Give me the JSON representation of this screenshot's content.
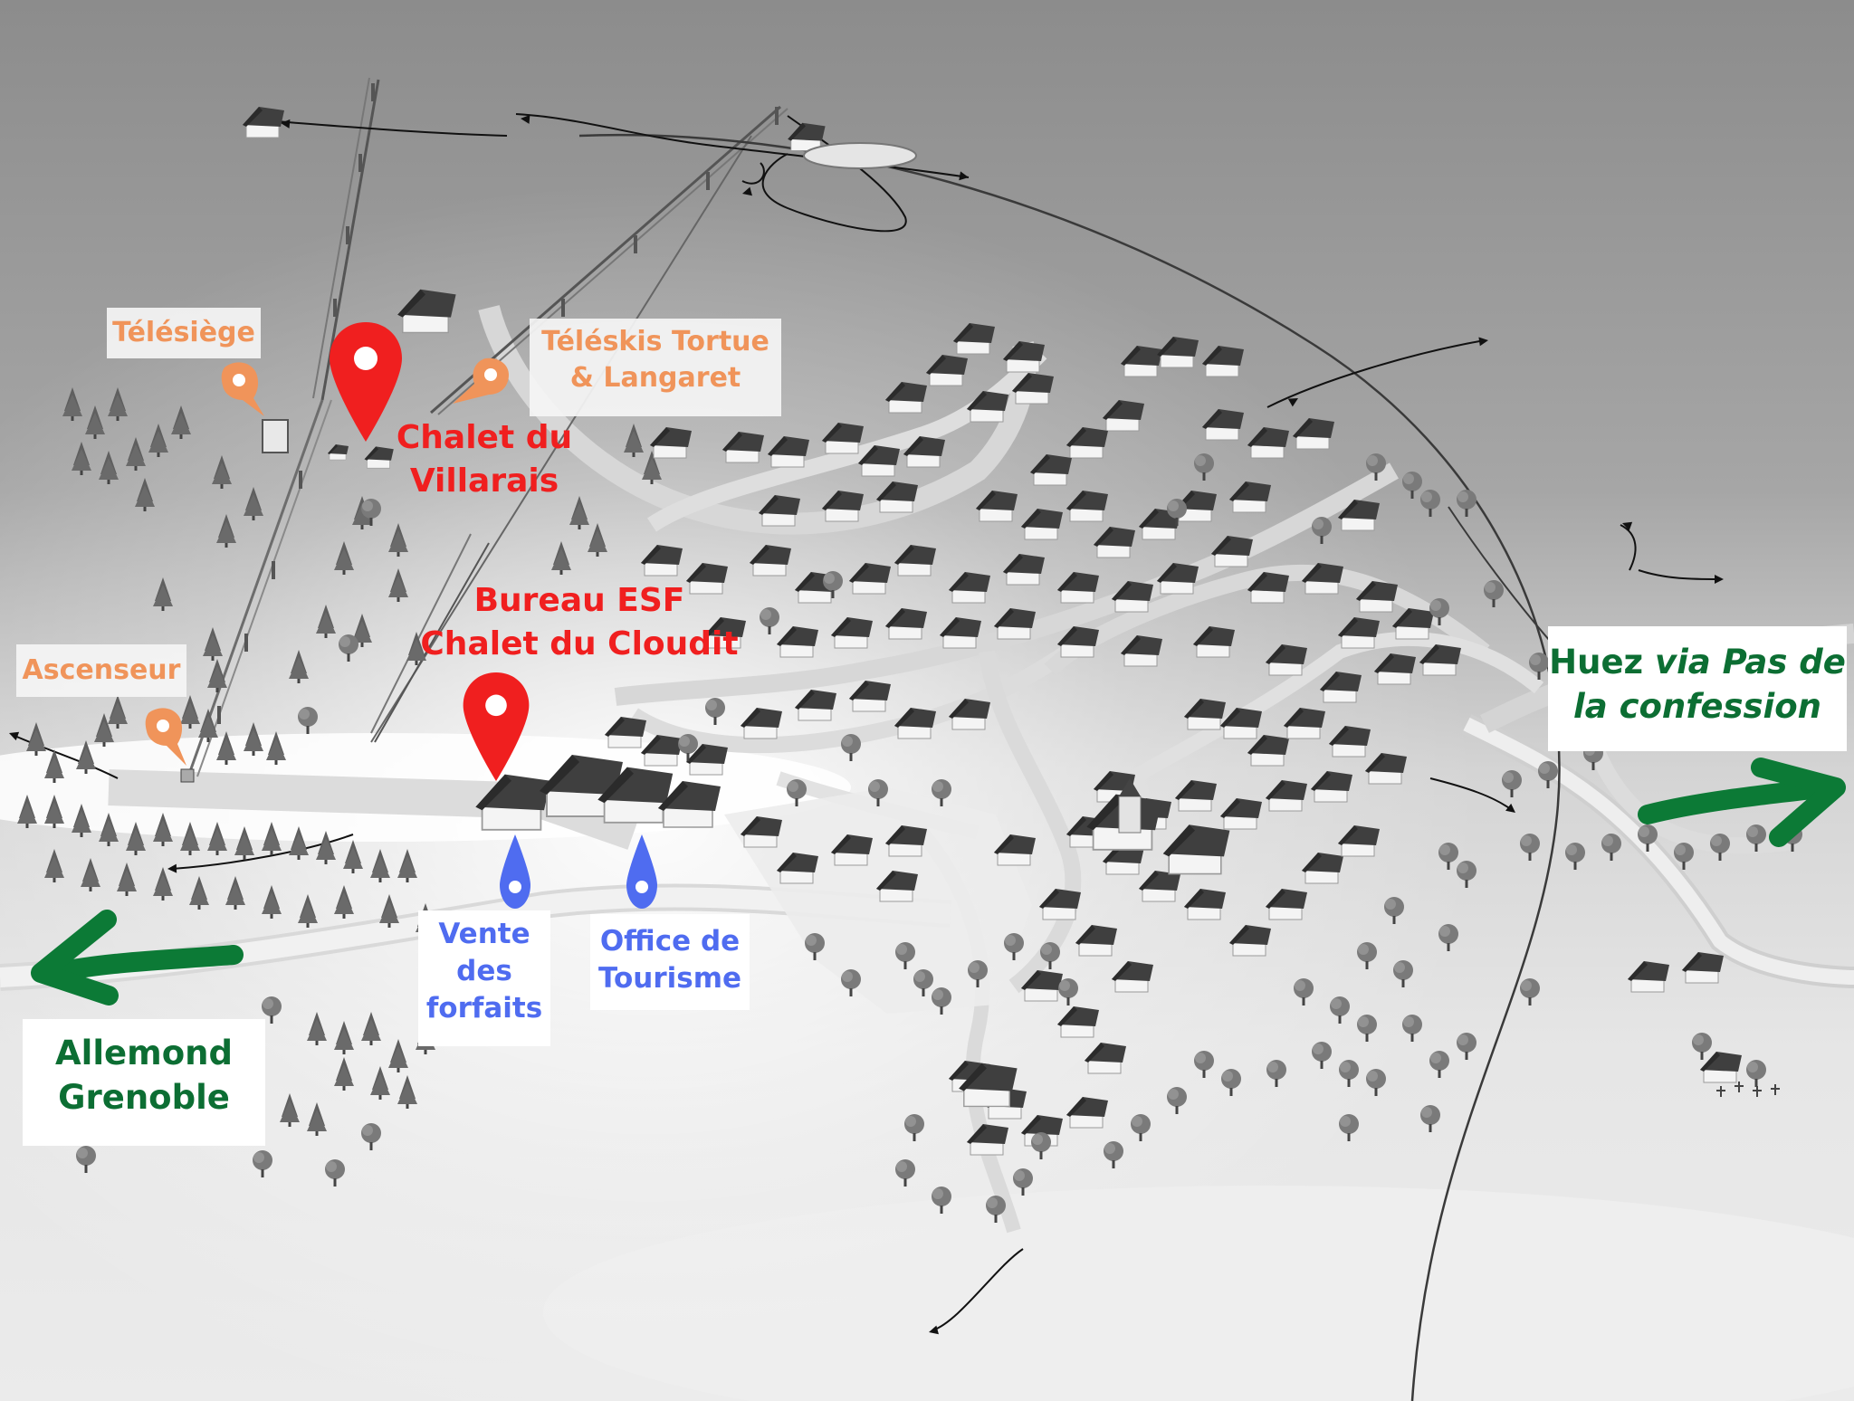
{
  "colors": {
    "red_marker": "#f01f1f",
    "orange_marker": "#f0945a",
    "blue_marker": "#4f6cf0",
    "green_arrow": "#0c7a36",
    "green_text": "#0c6e33"
  },
  "labels": {
    "telesiege": "Télésiège",
    "teleskis_line1": "Téléskis Tortue",
    "teleskis_line2": "& Langaret",
    "ascenseur": "Ascenseur",
    "chalet_villarais_line1": "Chalet du",
    "chalet_villarais_line2": "Villarais",
    "bureau_esf_line1": "Bureau ESF",
    "bureau_esf_line2": "Chalet du Cloudit",
    "vente_line1": "Vente",
    "vente_line2": "des",
    "vente_line3": "forfaits",
    "office_line1": "Office de",
    "office_line2": "Tourisme",
    "allemond_line1": "Allemond",
    "allemond_line2": "Grenoble",
    "huez_plain": "Huez ",
    "huez_italic_1": "via Pas de",
    "huez_italic_2": "la confession"
  },
  "markers": [
    {
      "name": "telesiege-marker",
      "color": "orange"
    },
    {
      "name": "teleskis-marker",
      "color": "orange"
    },
    {
      "name": "ascenseur-marker",
      "color": "orange"
    },
    {
      "name": "chalet-villarais-marker",
      "color": "red"
    },
    {
      "name": "bureau-esf-marker",
      "color": "red"
    },
    {
      "name": "vente-forfaits-marker",
      "color": "blue"
    },
    {
      "name": "office-tourisme-marker",
      "color": "blue"
    }
  ]
}
